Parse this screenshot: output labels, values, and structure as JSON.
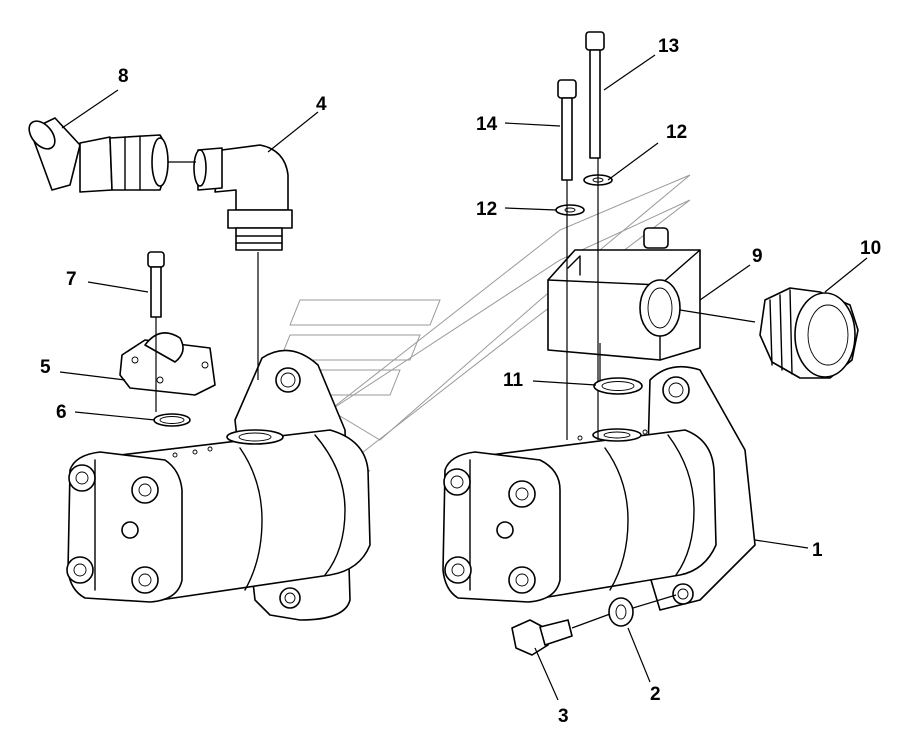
{
  "diagram": {
    "callouts": [
      {
        "id": "c1",
        "label": "1"
      },
      {
        "id": "c2",
        "label": "2"
      },
      {
        "id": "c3",
        "label": "3"
      },
      {
        "id": "c4",
        "label": "4"
      },
      {
        "id": "c5",
        "label": "5"
      },
      {
        "id": "c6",
        "label": "6"
      },
      {
        "id": "c7",
        "label": "7"
      },
      {
        "id": "c8",
        "label": "8"
      },
      {
        "id": "c9",
        "label": "9"
      },
      {
        "id": "c10",
        "label": "10"
      },
      {
        "id": "c11",
        "label": "11"
      },
      {
        "id": "c12a",
        "label": "12"
      },
      {
        "id": "c12b",
        "label": "12"
      },
      {
        "id": "c13",
        "label": "13"
      },
      {
        "id": "c14",
        "label": "14"
      }
    ]
  },
  "colors": {
    "line": "#000000",
    "background": "#ffffff",
    "watermark": "#9a9a9a"
  }
}
